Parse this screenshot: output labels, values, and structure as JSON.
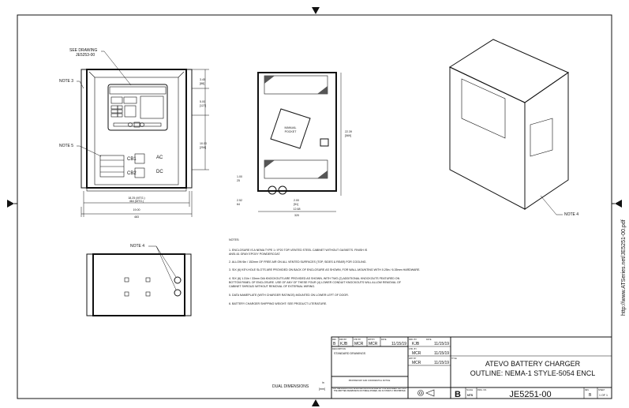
{
  "front_view": {
    "callout_drawing": "SEE DRAWING",
    "callout_drawing_no": "JE5253-00",
    "note3": "NOTE 3",
    "note5": "NOTE 5",
    "cb1": "CB1",
    "cb2": "CB2",
    "ac_label": "AC",
    "dc_label": "DC",
    "dim_width_mtg_in": "18.25 (MTG.)",
    "dim_width_mtg_mm": "464 (MTG.)",
    "dim_width_in": "19.00",
    "dim_width_mm": "483",
    "dim_a_in": "3.45",
    "dim_a_mm": "[88]",
    "dim_b_in": "5.00",
    "dim_b_mm": "[127]",
    "dim_c_in": "10.00",
    "dim_c_mm": "[254]"
  },
  "side_view": {
    "pocket_label_1": "MANUAL",
    "pocket_label_2": "POCKET",
    "dim_height_in": "22.39",
    "dim_height_mm": "[569]",
    "dim_base_in": "1.00",
    "dim_base_mm": "25",
    "dim_ko1_in": "2.52",
    "dim_ko1_mm": "64",
    "dim_ko2_in": "2.00",
    "dim_ko2_mm": "[51]",
    "dim_depth_in": "12.68",
    "dim_depth_mm": "320"
  },
  "bottom_view": {
    "note4": "NOTE 4"
  },
  "iso_view": {
    "note4": "NOTE 4"
  },
  "notes": {
    "heading": "NOTES:",
    "items": [
      "1. ENCLOSURE IS A NEMA TYPE 1 / IP20 TOP-VENTED STEEL CABINET WITHOUT GASKETS. FINISH IS",
      "    ANSI-61 GRAY EPOXY POWDERCOAT.",
      "2. ALLOW 6in / 152mm OF FREE AIR ON ALL VENTED SURFACES (TOP, SIDES & REAR) FOR COOLING.",
      "3. SIX (6) KEY-HOLE SLOTS ARE PROVIDED ON BACK OF ENCLOSURE AS SHOWN, FOR WALL-MOUNTING WITH 0.25in / 6.35mm HARDWARE.",
      "4. SIX (6) 1.31in / 33mm DIA KNOCKOUTS ARE PROVIDED AS SHOWN, WITH TWO (2) ADDITIONAL KNOCKOUTS FEATURED ON",
      "    BOTTOM PANEL OF ENCLOSURE. USE OF ANY OF THESE FOUR (4) LOWER CONDUIT KNOCKOUTS WILL ALLOW REMOVAL OF",
      "    CABINET SHROUD WITHOUT REMOVAL OF EXTERNAL WIRING.",
      "5. DATA NAMEPLATE (WITH CHARGER RATINGS) MOUNTED ON LOWER LEFT OF DOOR.",
      "6. BATTERY CHARGER SHIPPING WEIGHT: SEE PRODUCT LITERATURE."
    ]
  },
  "dual_dimensions": {
    "label": "DUAL DIMENSIONS",
    "unit_top": "in",
    "unit_bottom": "[mm]"
  },
  "title_block": {
    "rev_hdr": [
      "REV",
      "DRN BY",
      "CHK BY",
      "APP BY",
      "DATE"
    ],
    "rev_vals": [
      "B",
      "KJB",
      "MCR",
      "MCR",
      "11/15/19"
    ],
    "description_hdr": "DESCRIPTION",
    "description": "STANDARD DRAWINGS",
    "property_hdr": "PROPRIETARY AND CONFIDENTIAL NOTICE",
    "property_text": "ANY REPRODUCTION, DISPOSAL OR AS A WHOLE OF THIS DOCUMENT WITHOUT THE WRITTEN PERMISSION OF HINDLE POWER, INC IS STRICTLY PROHIBITED.",
    "drn_hdr": "DRN. BY",
    "drn": "KJB",
    "drn_date": "11/15/19",
    "chk_hdr": "CHK. BY",
    "chk": "MCR",
    "chk_date": "11/15/19",
    "app_hdr": "APP. BY",
    "app": "MCR",
    "app_date": "11/15/19",
    "date_hdr": "DATE",
    "title_hdr": "TITLE",
    "title_1": "ATEVO BATTERY CHARGER",
    "title_2": "OUTLINE: NEMA-1 STYLE-5054 ENCL",
    "size": "B",
    "scale_hdr": "SCALE",
    "scale": "NTS",
    "dwg_hdr": "DWG. NO.",
    "dwg_no": "JE5251-00",
    "rev_hdr2": "REV",
    "rev": "B",
    "sheet_hdr": "SHEET",
    "sheet": "1 OF 1"
  },
  "url": "http://www.ATSeries.net/JE5251-00.pdf"
}
